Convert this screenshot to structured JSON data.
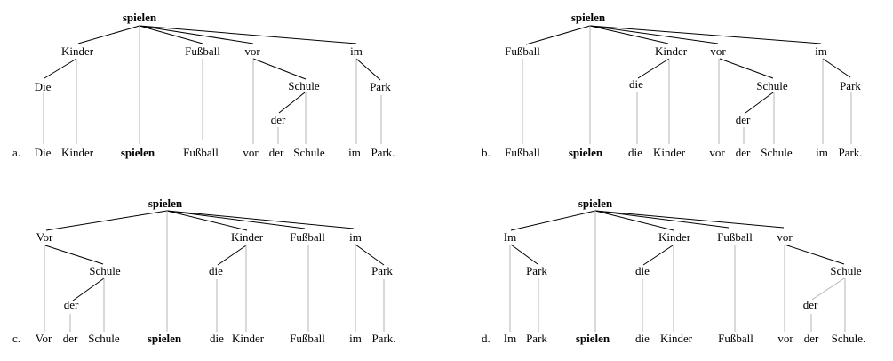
{
  "panels": [
    {
      "label": "a.",
      "root": "spielen",
      "sentence": [
        "Die",
        "Kinder",
        "spielen",
        "Fußball",
        "vor",
        "der",
        "Schule",
        "im",
        "Park."
      ],
      "nodes": {
        "spielen": "spielen",
        "Kinder": "Kinder",
        "Die": "Die",
        "Fussball": "Fußball",
        "vor": "vor",
        "Schule": "Schule",
        "der": "der",
        "im": "im",
        "Park": "Park"
      }
    },
    {
      "label": "b.",
      "root": "spielen",
      "sentence": [
        "Fußball",
        "spielen",
        "die",
        "Kinder",
        "vor",
        "der",
        "Schule",
        "im",
        "Park."
      ],
      "nodes": {
        "spielen": "spielen",
        "Fussball": "Fußball",
        "Kinder": "Kinder",
        "die": "die",
        "vor": "vor",
        "Schule": "Schule",
        "der": "der",
        "im": "im",
        "Park": "Park"
      }
    },
    {
      "label": "c.",
      "root": "spielen",
      "sentence": [
        "Vor",
        "der",
        "Schule",
        "spielen",
        "die",
        "Kinder",
        "Fußball",
        "im",
        "Park."
      ],
      "nodes": {
        "spielen": "spielen",
        "Vor": "Vor",
        "Schule": "Schule",
        "der": "der",
        "Kinder": "Kinder",
        "die": "die",
        "Fussball": "Fußball",
        "im": "im",
        "Park": "Park"
      }
    },
    {
      "label": "d.",
      "root": "spielen",
      "sentence": [
        "Im",
        "Park",
        "spielen",
        "die",
        "Kinder",
        "Fußball",
        "vor",
        "der",
        "Schule."
      ],
      "nodes": {
        "spielen": "spielen",
        "Im": "Im",
        "Park": "Park",
        "Kinder": "Kinder",
        "die": "die",
        "Fussball": "Fußball",
        "vor": "vor",
        "Schule": "Schule",
        "der": "der"
      }
    }
  ],
  "colors": {
    "edge": "#000000",
    "projection": "#b4b4b4",
    "text": "#000000"
  }
}
